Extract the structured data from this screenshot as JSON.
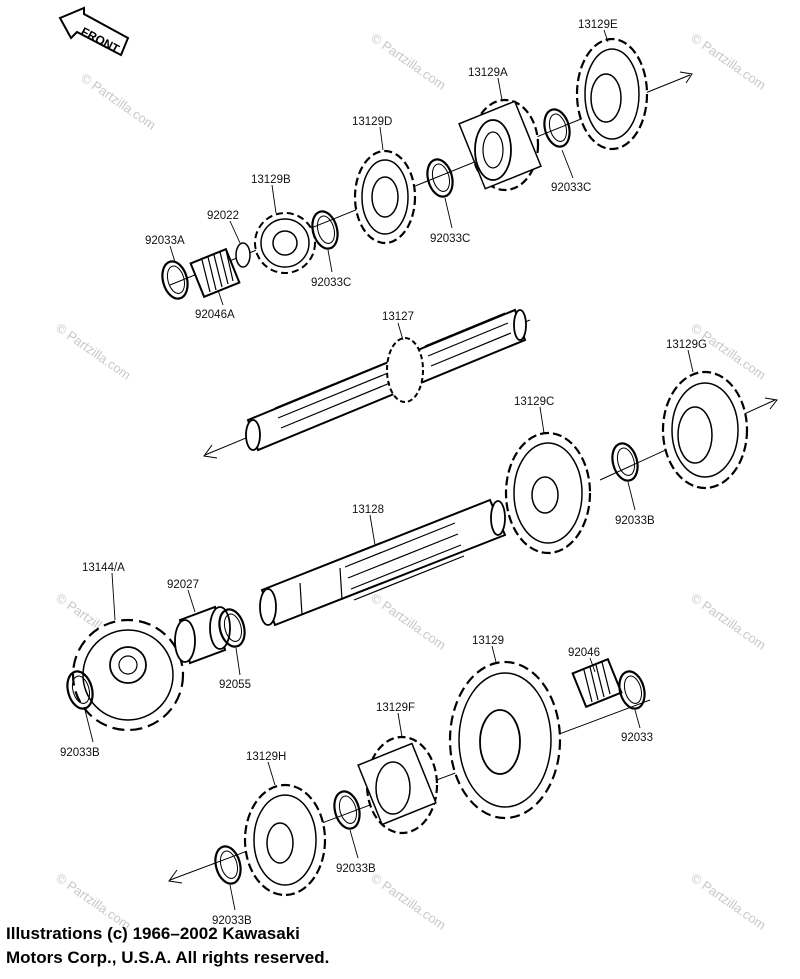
{
  "front_arrow": {
    "label": "FRONT"
  },
  "watermark": {
    "text": "© Partzilla.com"
  },
  "labels": {
    "p13129E": "13129E",
    "p13129A": "13129A",
    "p13129D": "13129D",
    "p13129B": "13129B",
    "p92022": "92022",
    "p92033A": "92033A",
    "p92046A": "92046A",
    "p92033C_1": "92033C",
    "p92033C_2": "92033C",
    "p92033C_3": "92033C",
    "p13127": "13127",
    "p13129G": "13129G",
    "p13129C": "13129C",
    "p92033B_1": "92033B",
    "p13128": "13128",
    "p13144A": "13144/A",
    "p92027": "92027",
    "p92055": "92055",
    "p92033B_2": "92033B",
    "p13129": "13129",
    "p92046": "92046",
    "p92033": "92033",
    "p13129F": "13129F",
    "p13129H": "13129H",
    "p92033B_3": "92033B",
    "p92033B_4": "92033B"
  },
  "footer": {
    "line1": "Illustrations (c) 1966–2002 Kawasaki",
    "line2": "Motors Corp., U.S.A.  All rights reserved."
  }
}
